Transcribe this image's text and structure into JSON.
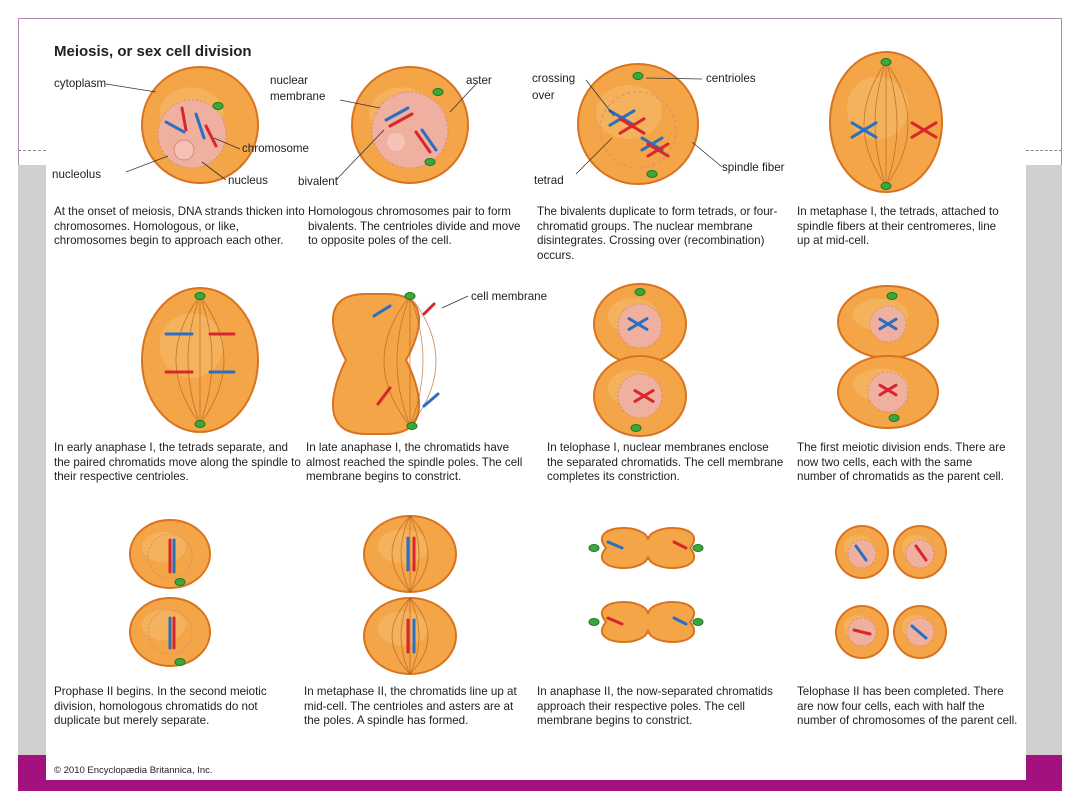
{
  "title": "Meiosis, or sex cell division",
  "labels": {
    "cytoplasm": "cytoplasm",
    "nucleolus": "nucleolus",
    "chromosome": "chromosome",
    "nucleus": "nucleus",
    "nuclear_membrane_1": "nuclear",
    "nuclear_membrane_2": "membrane",
    "aster": "aster",
    "bivalent": "bivalent",
    "crossing_over_1": "crossing",
    "crossing_over_2": "over",
    "centrioles": "centrioles",
    "tetrad": "tetrad",
    "spindle_fiber": "spindle fiber",
    "cell_membrane": "cell membrane"
  },
  "captions": [
    "At the onset of meiosis, DNA strands thicken into chromosomes. Homologous, or like, chromosomes begin to approach each other.",
    "Homologous chromosomes pair to form bivalents. The centrioles divide and move to opposite poles of the cell.",
    "The bivalents duplicate to form tetrads, or four-chromatid groups. The nuclear membrane disintegrates. Crossing over (recombination) occurs.",
    "In metaphase I, the tetrads, attached to spindle fibers at their centromeres, line up at mid-cell.",
    "In early anaphase I, the tetrads separate, and the paired chromatids move along the spindle to their respective centrioles.",
    "In late anaphase I, the chromatids have almost reached the spindle poles. The cell membrane begins to constrict.",
    "In telophase I, nuclear membranes enclose the separated chromatids. The cell membrane completes its constriction.",
    "The first meiotic division ends. There are now two cells, each with the same number of chromatids as the parent cell.",
    "Prophase II begins. In the second meiotic division, homologous chromatids do not duplicate but merely separate.",
    "In metaphase II, the chromatids line up at mid-cell. The centrioles and asters are at the poles. A spindle has formed.",
    "In anaphase II, the now-separated chromatids approach their respective poles. The cell membrane begins to constrict.",
    "Telophase II has been completed. There are now four cells, each with half the number of chromosomes of the parent cell."
  ],
  "copyright": "© 2010 Encyclopædia Britannica, Inc.",
  "colors": {
    "cell_fill": "#f3a548",
    "cell_edge": "#d9731f",
    "nucleus_fill": "#f0b0a0",
    "chrom_red": "#d8262e",
    "chrom_blue": "#2a6fc2",
    "centriole": "#3aa83a",
    "accent_purple": "#a3117f"
  }
}
